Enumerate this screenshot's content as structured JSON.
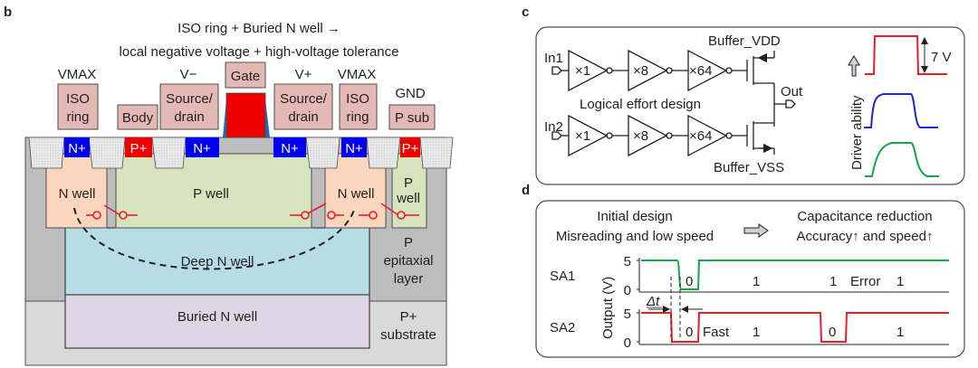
{
  "panels": {
    "b": {
      "label": "b",
      "title_line1": "ISO ring + Buried N well →",
      "title_line2": "local negative voltage + high-voltage tolerance",
      "terminal_voltages": [
        "VMAX",
        "V−",
        "V+",
        "VMAX",
        "GND"
      ],
      "terminals": {
        "iso_ring_left": [
          "ISO",
          "ring"
        ],
        "body": "Body",
        "source_drain_left": [
          "Source/",
          "drain"
        ],
        "gate": "Gate",
        "source_drain_right": [
          "Source/",
          "drain"
        ],
        "iso_ring_right": [
          "ISO",
          "ring"
        ],
        "p_sub": "P sub"
      },
      "diffusions": [
        "N+",
        "P+",
        "N+",
        "N+",
        "N+",
        "P+"
      ],
      "regions": {
        "n_well_left": "N well",
        "p_well": "P well",
        "n_well_right": "N well",
        "p_well_small": [
          "P",
          "well"
        ],
        "deep_n_well": "Deep N well",
        "buried_n_well": "Buried N well",
        "p_epitaxial": [
          "P",
          "epitaxial",
          "layer"
        ],
        "p_plus_substrate": [
          "P+",
          "substrate"
        ]
      },
      "colors": {
        "terminal_box": "#e4b9b5",
        "n_plus": "#0000ee",
        "p_plus": "#ee0000",
        "n_well": "#f9d6bd",
        "p_well": "#d7e3bd",
        "deep_n_well": "#b5dce7",
        "buried_n_well": "#dcd6e4",
        "oxide": "#e6e6e6",
        "epi": "#bdbdbd",
        "substrate": "#d9d9d9",
        "gate_spacer": "#1170c0"
      }
    },
    "c": {
      "label": "c",
      "inputs": [
        "In1",
        "In2"
      ],
      "stage_sizes": [
        "×1",
        "×8",
        "×64"
      ],
      "buffer_vdd": "Buffer_VDD",
      "buffer_vss": "Buffer_VSS",
      "output": "Out",
      "caption": "Logical effort design",
      "driver_axis": "Driver ability",
      "amplitude": "7 V",
      "waveform_colors": [
        "#ee1c24",
        "#1e22e6",
        "#12a84a"
      ]
    },
    "d": {
      "label": "d",
      "left_line1": "Initial design",
      "left_line2": "Misreading and low speed",
      "right_line1": "Capacitance reduction",
      "right_line2": "Accuracy↑ and speed↑",
      "y_axis": "Output (V)",
      "delta_t": "Δt",
      "rows": [
        {
          "name": "SA1",
          "ticks": [
            "5",
            "0"
          ],
          "color": "#12a84a",
          "bits": [
            "0",
            "1",
            "1",
            "Error",
            "1"
          ]
        },
        {
          "name": "SA2",
          "ticks": [
            "5",
            "0"
          ],
          "color": "#ee1c24",
          "bits": [
            "0",
            "Fast",
            "1",
            "0",
            "1"
          ]
        }
      ]
    }
  }
}
